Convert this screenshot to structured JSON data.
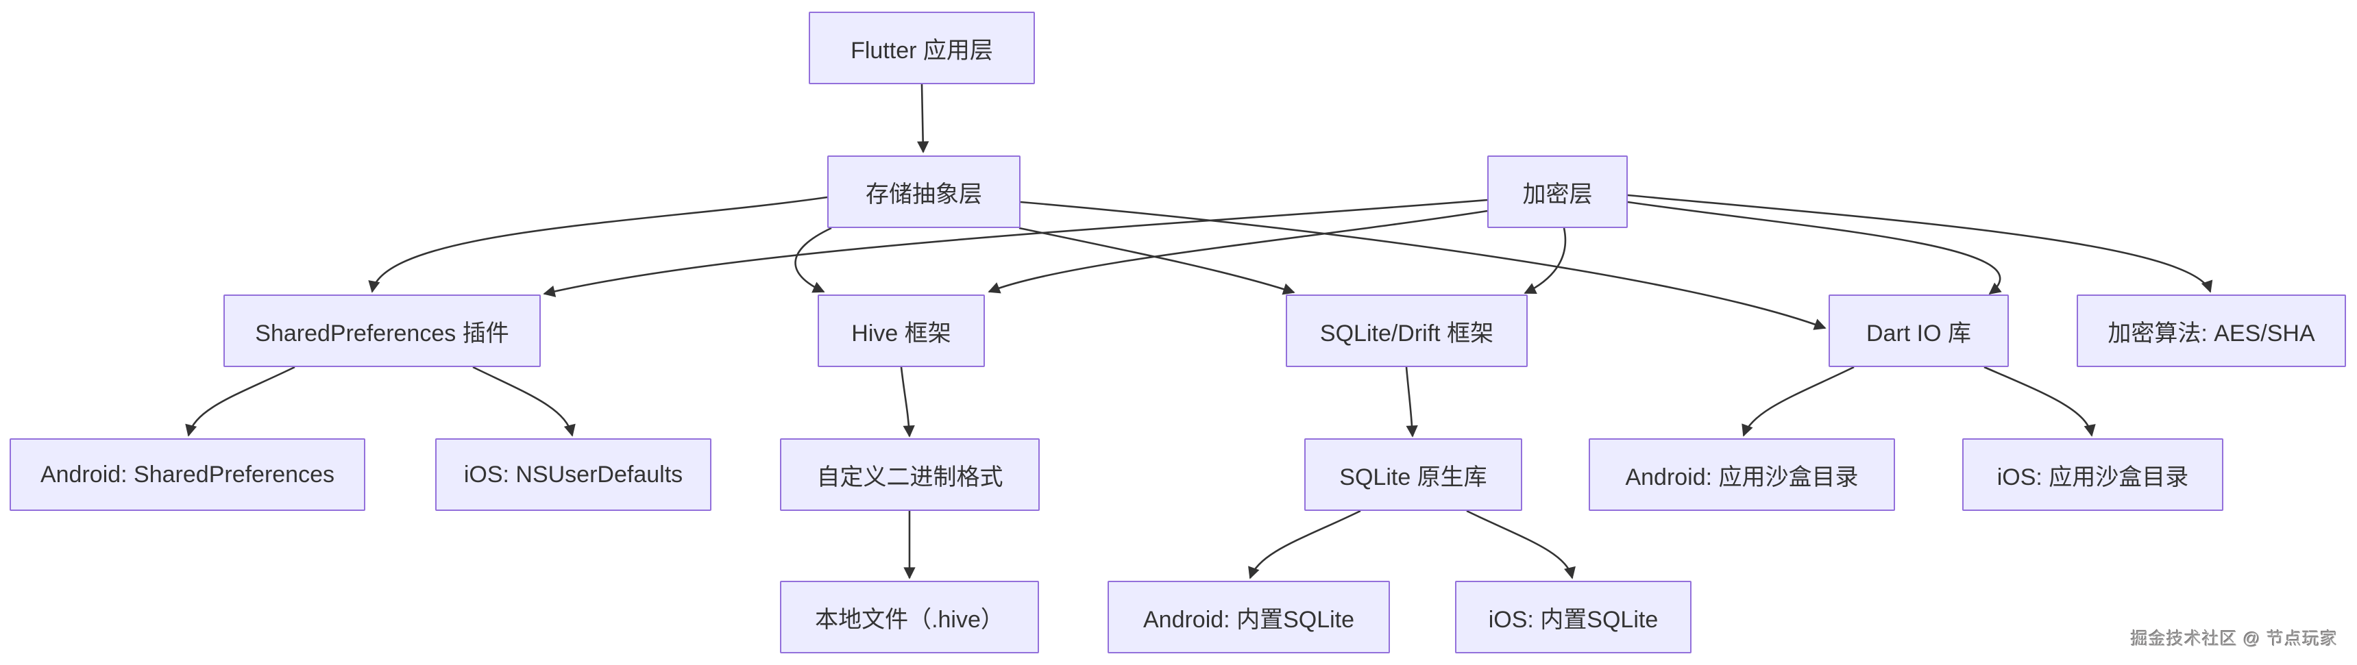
{
  "diagram": {
    "type": "flowchart",
    "direction": "top-down",
    "nodes": [
      {
        "id": "flutter-app-layer",
        "label": "Flutter 应用层"
      },
      {
        "id": "storage-abstraction-layer",
        "label": "存储抽象层"
      },
      {
        "id": "encryption-layer",
        "label": "加密层"
      },
      {
        "id": "sharedpreferences-plugin",
        "label": "SharedPreferences 插件"
      },
      {
        "id": "hive-framework",
        "label": "Hive 框架"
      },
      {
        "id": "sqlite-drift-framework",
        "label": "SQLite/Drift 框架"
      },
      {
        "id": "dart-io-library",
        "label": "Dart IO 库"
      },
      {
        "id": "encryption-algorithms",
        "label": "加密算法: AES/SHA"
      },
      {
        "id": "android-sharedpreferences",
        "label": "Android: SharedPreferences"
      },
      {
        "id": "ios-nsuserdefaults",
        "label": "iOS: NSUserDefaults"
      },
      {
        "id": "custom-binary-format",
        "label": "自定义二进制格式"
      },
      {
        "id": "sqlite-native-library",
        "label": "SQLite 原生库"
      },
      {
        "id": "android-sandbox-dir",
        "label": "Android: 应用沙盒目录"
      },
      {
        "id": "ios-sandbox-dir",
        "label": "iOS: 应用沙盒目录"
      },
      {
        "id": "local-hive-file",
        "label": "本地文件（.hive）"
      },
      {
        "id": "android-builtin-sqlite",
        "label": "Android: 内置SQLite"
      },
      {
        "id": "ios-builtin-sqlite",
        "label": "iOS: 内置SQLite"
      }
    ],
    "edges": [
      {
        "from": "flutter-app-layer",
        "to": "storage-abstraction-layer"
      },
      {
        "from": "storage-abstraction-layer",
        "to": "sharedpreferences-plugin"
      },
      {
        "from": "storage-abstraction-layer",
        "to": "hive-framework"
      },
      {
        "from": "storage-abstraction-layer",
        "to": "sqlite-drift-framework"
      },
      {
        "from": "storage-abstraction-layer",
        "to": "dart-io-library"
      },
      {
        "from": "encryption-layer",
        "to": "sharedpreferences-plugin"
      },
      {
        "from": "encryption-layer",
        "to": "hive-framework"
      },
      {
        "from": "encryption-layer",
        "to": "sqlite-drift-framework"
      },
      {
        "from": "encryption-layer",
        "to": "dart-io-library"
      },
      {
        "from": "encryption-layer",
        "to": "encryption-algorithms"
      },
      {
        "from": "sharedpreferences-plugin",
        "to": "android-sharedpreferences"
      },
      {
        "from": "sharedpreferences-plugin",
        "to": "ios-nsuserdefaults"
      },
      {
        "from": "hive-framework",
        "to": "custom-binary-format"
      },
      {
        "from": "custom-binary-format",
        "to": "local-hive-file"
      },
      {
        "from": "sqlite-drift-framework",
        "to": "sqlite-native-library"
      },
      {
        "from": "sqlite-native-library",
        "to": "android-builtin-sqlite"
      },
      {
        "from": "sqlite-native-library",
        "to": "ios-builtin-sqlite"
      },
      {
        "from": "dart-io-library",
        "to": "android-sandbox-dir"
      },
      {
        "from": "dart-io-library",
        "to": "ios-sandbox-dir"
      }
    ]
  },
  "watermark": "掘金技术社区 @ 节点玩家",
  "colors": {
    "background": "#FFFFFF",
    "node_fill": "#ECECFF",
    "node_border": "#9370DB",
    "node_text": "#333333",
    "edge": "#333333",
    "watermark_text": "#9A9A9A"
  }
}
